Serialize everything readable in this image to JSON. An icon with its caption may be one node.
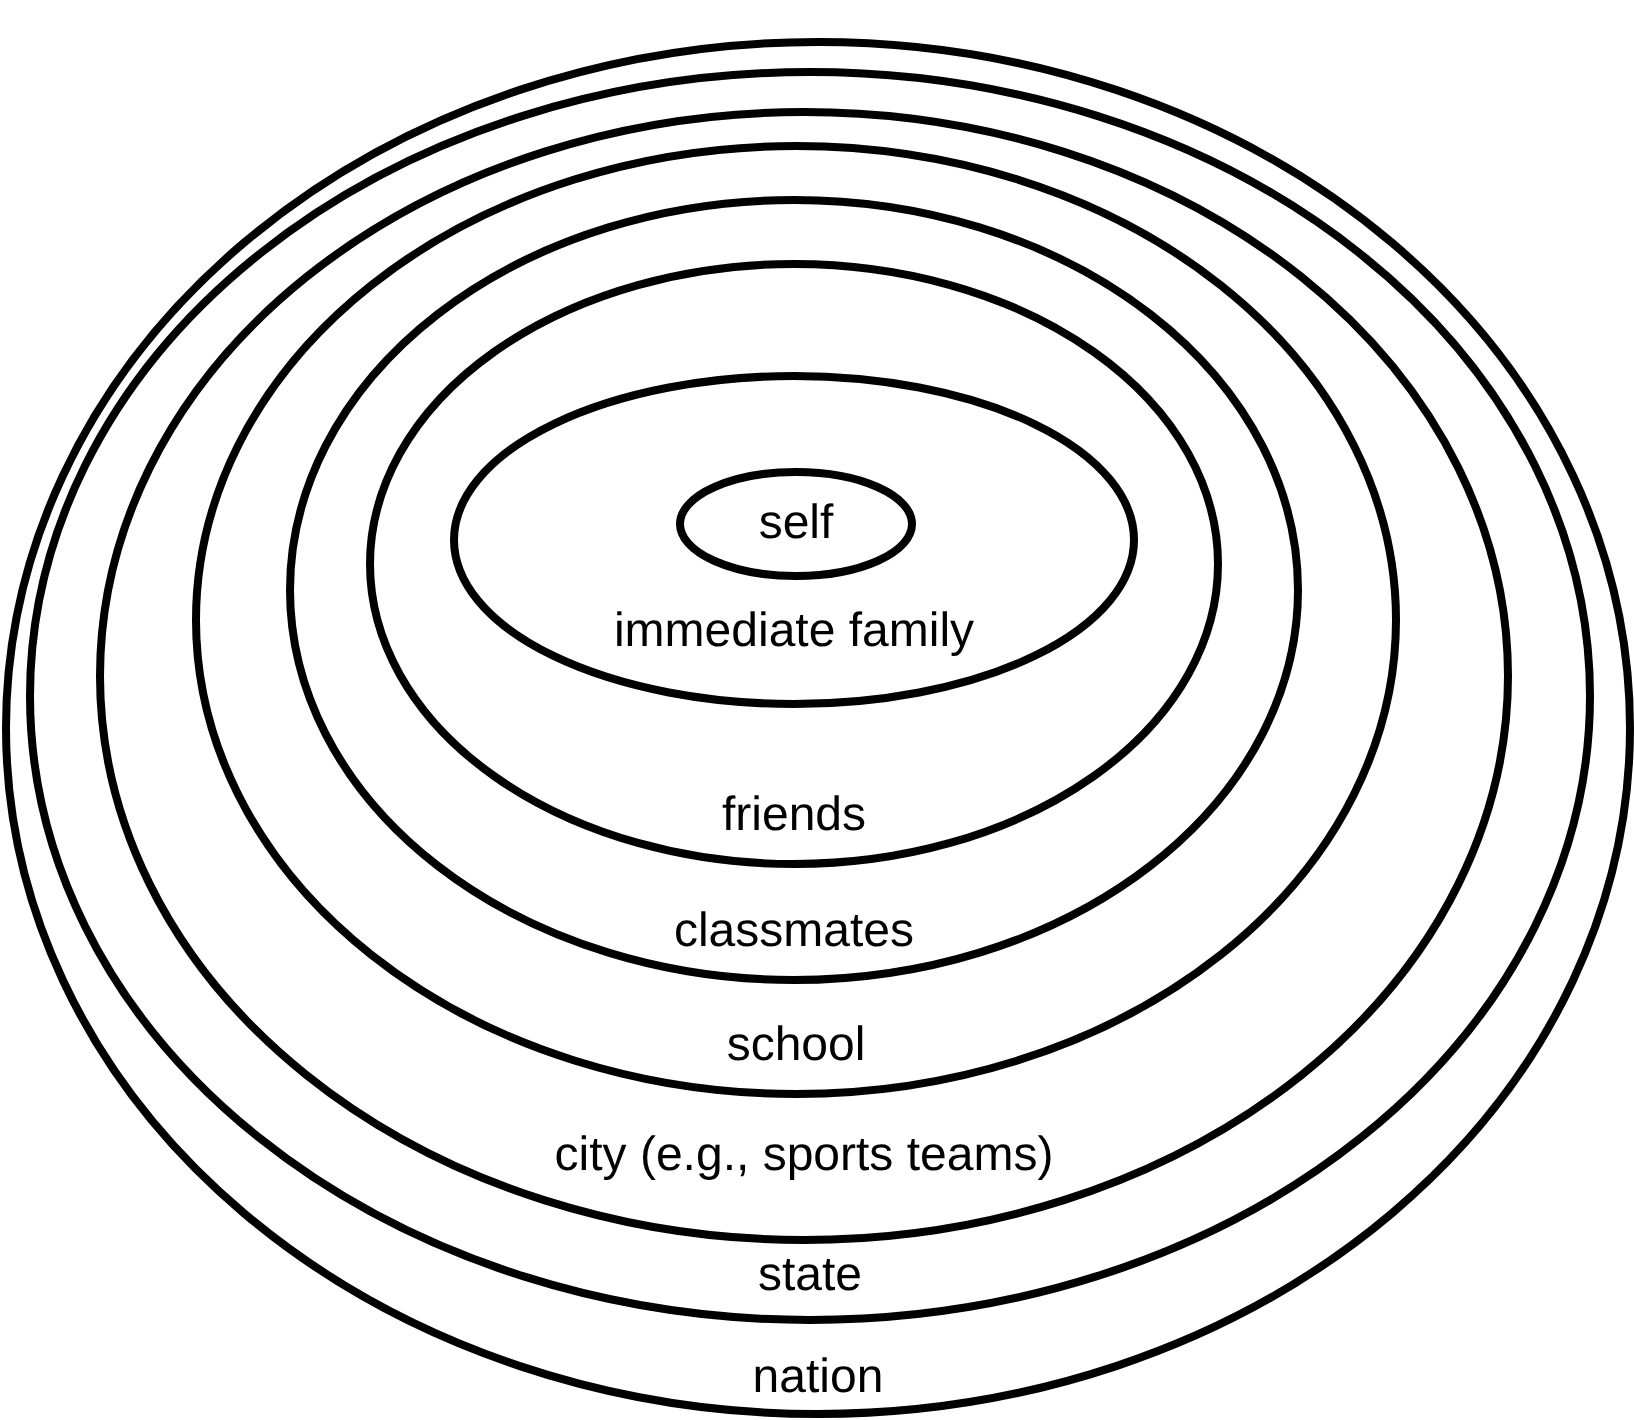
{
  "diagram": {
    "nodes": [
      {
        "text": [
          "nation"
        ]
      },
      {
        "text": [
          "state"
        ],
        "in": 0
      },
      {
        "text": [
          "city (e.g., sports teams)"
        ],
        "in": 1
      },
      {
        "text": [
          "school"
        ],
        "in": 2
      },
      {
        "text": [
          "classmates"
        ],
        "in": 3
      },
      {
        "text": [
          "friends"
        ],
        "in": 4
      },
      {
        "text": [
          "immediate family"
        ],
        "in": 5
      },
      {
        "text": [
          "self"
        ],
        "in": 6
      }
    ]
  }
}
